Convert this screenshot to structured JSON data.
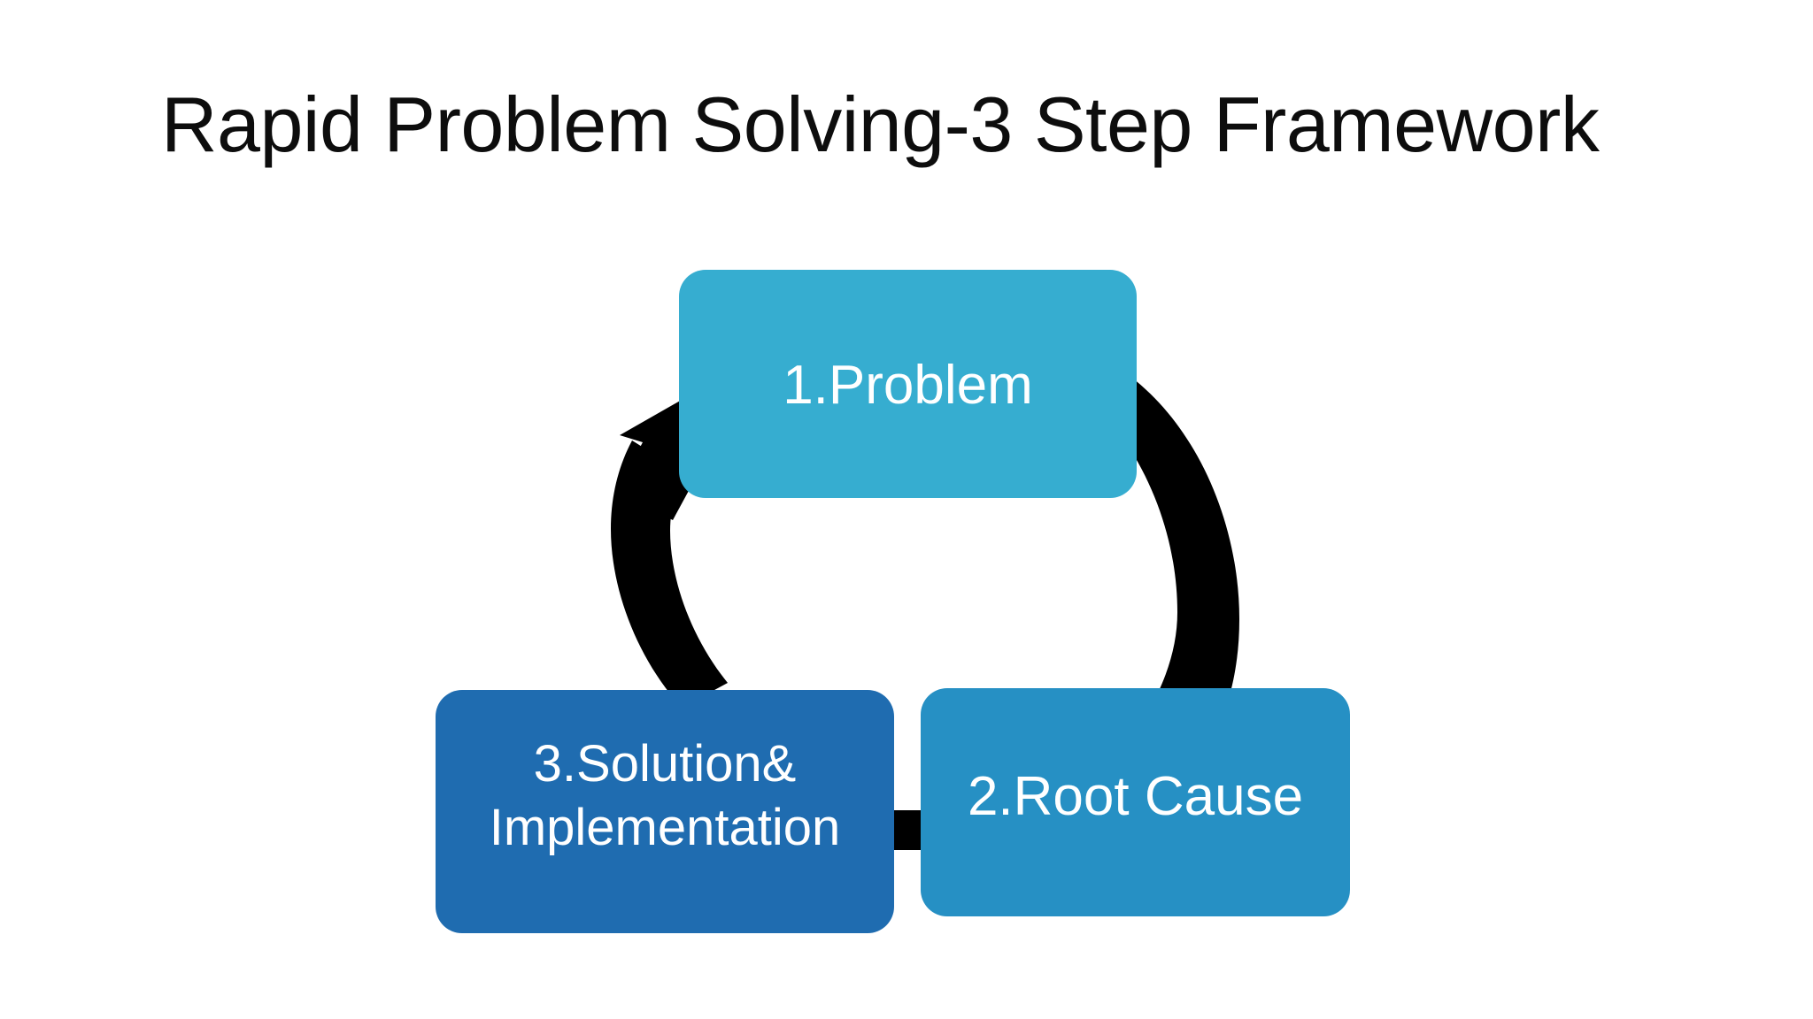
{
  "slide": {
    "title": "Rapid Problem Solving-3 Step Framework",
    "background_color": "#FFFFFF",
    "title_color": "#0D0D0D"
  },
  "diagram": {
    "type": "cycle",
    "direction": "clockwise",
    "step_count": 3,
    "connector_color": "#000000",
    "steps": [
      {
        "id": "step-1",
        "number": "1",
        "label": "1.Problem",
        "lines": [
          "1.Problem"
        ],
        "fill_color": "#36ADD0",
        "text_color": "#FFFFFF"
      },
      {
        "id": "step-2",
        "number": "2",
        "label": "2.Root Cause",
        "lines": [
          "2.Root Cause"
        ],
        "fill_color": "#2690C4",
        "text_color": "#FFFFFF"
      },
      {
        "id": "step-3",
        "number": "3",
        "label": "3.Solution& Implementation",
        "lines": [
          "3.Solution&",
          "Implementation"
        ],
        "fill_color": "#1F6CB0",
        "text_color": "#FFFFFF"
      }
    ],
    "arrows": [
      {
        "id": "arrow-1-to-2",
        "from": "step-1",
        "to": "step-2",
        "shape": "arc-right",
        "has_head": false
      },
      {
        "id": "arrow-3-to-1",
        "from": "step-3",
        "to": "step-1",
        "shape": "arc-left",
        "has_head": true
      },
      {
        "id": "arrow-3-to-2",
        "from": "step-3",
        "to": "step-2",
        "shape": "straight-tab",
        "has_head": false
      }
    ]
  }
}
